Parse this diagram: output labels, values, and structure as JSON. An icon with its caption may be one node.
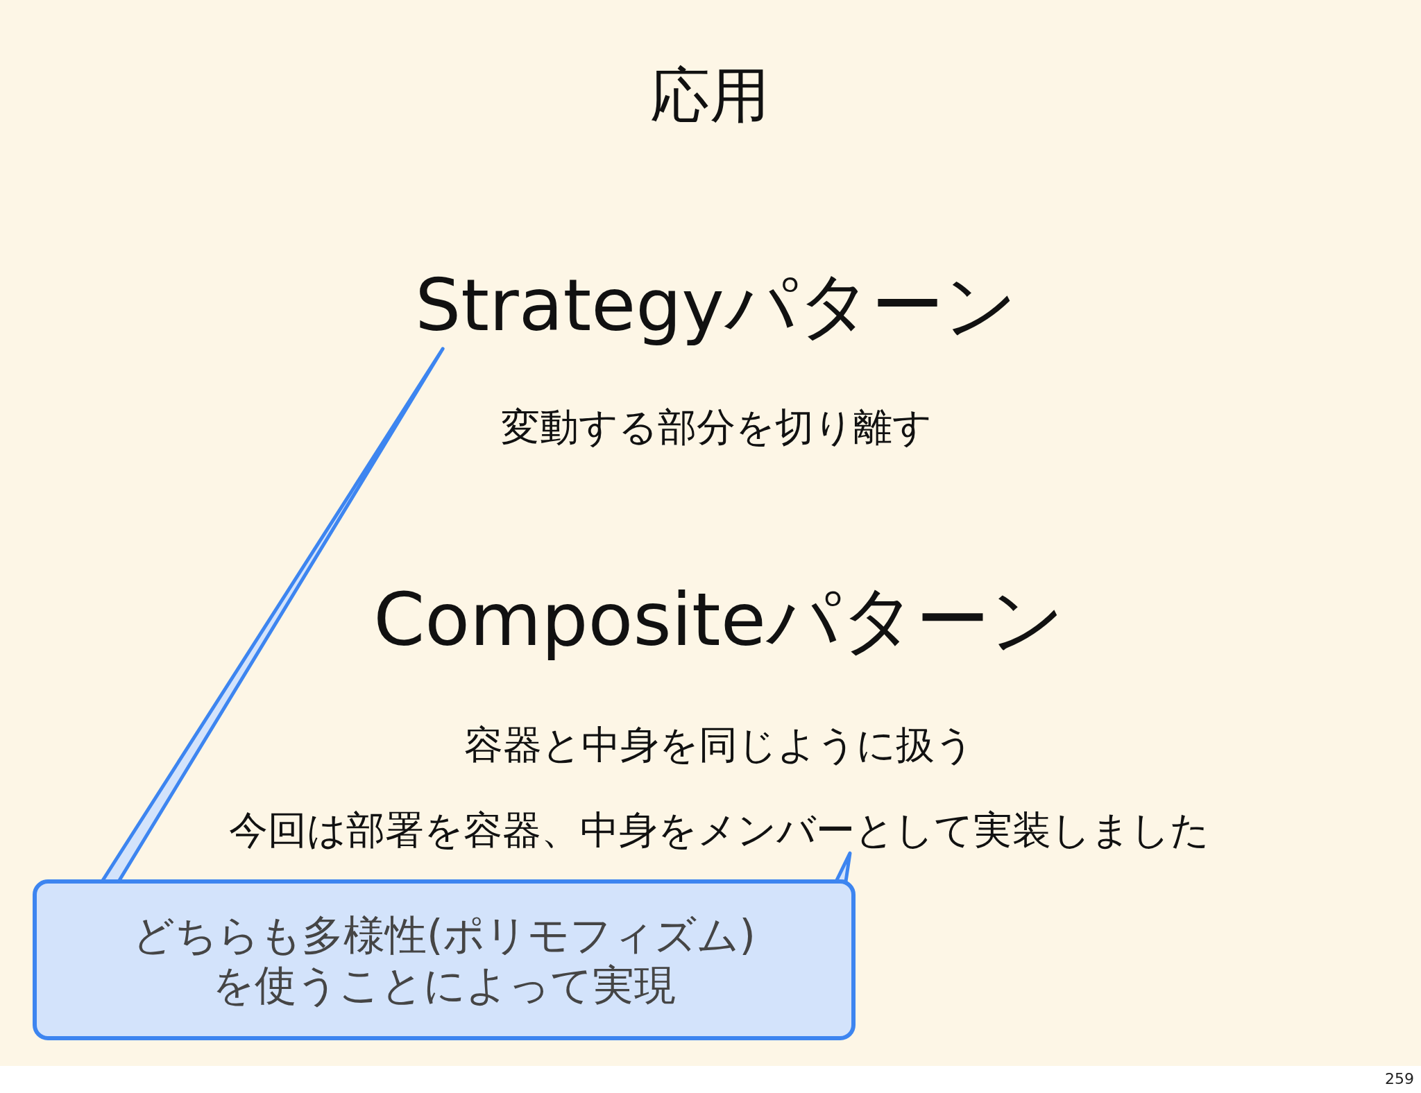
{
  "diagram": {
    "title": "応用",
    "nodes": [
      {
        "text": [
          "Strategyパターン"
        ]
      },
      {
        "text": [
          "変動する部分を切り離す"
        ]
      },
      {
        "text": [
          "Compositeパターン"
        ]
      },
      {
        "text": [
          "容器と中身を同じように扱う"
        ]
      },
      {
        "text": [
          "今回は部署を容器、中身をメンバーとして実装しました"
        ]
      },
      {
        "text": [
          "どちらも多様性(ポリモフィズム)を使うことによって実現"
        ]
      }
    ],
    "edges": [
      {
        "from": 5,
        "to": 0,
        "arrow": "none"
      },
      {
        "from": 5,
        "to": 4,
        "arrow": "none"
      }
    ],
    "labels": [
      "259"
    ]
  }
}
